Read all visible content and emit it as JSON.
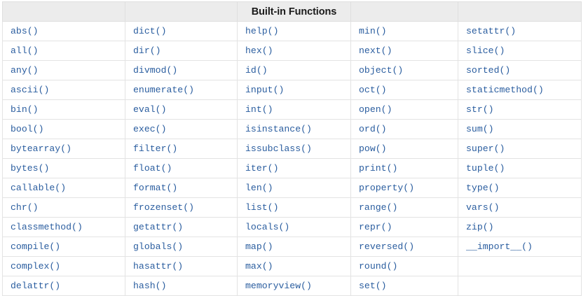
{
  "page": {
    "background_color": "#ffffff"
  },
  "table": {
    "name": "builtin-functions-table",
    "header": {
      "cells": [
        "",
        "",
        "Built-in Functions",
        "",
        ""
      ],
      "title": "Built-in Functions",
      "background_color": "#ececec",
      "text_color": "#1a1a1a"
    },
    "columns": 5,
    "body_text_color": "#2a5d9f",
    "border_color": "#dfdfdf",
    "rows": [
      [
        "abs()",
        "dict()",
        "help()",
        "min()",
        "setattr()"
      ],
      [
        "all()",
        "dir()",
        "hex()",
        "next()",
        "slice()"
      ],
      [
        "any()",
        "divmod()",
        "id()",
        "object()",
        "sorted()"
      ],
      [
        "ascii()",
        "enumerate()",
        "input()",
        "oct()",
        "staticmethod()"
      ],
      [
        "bin()",
        "eval()",
        "int()",
        "open()",
        "str()"
      ],
      [
        "bool()",
        "exec()",
        "isinstance()",
        "ord()",
        "sum()"
      ],
      [
        "bytearray()",
        "filter()",
        "issubclass()",
        "pow()",
        "super()"
      ],
      [
        "bytes()",
        "float()",
        "iter()",
        "print()",
        "tuple()"
      ],
      [
        "callable()",
        "format()",
        "len()",
        "property()",
        "type()"
      ],
      [
        "chr()",
        "frozenset()",
        "list()",
        "range()",
        "vars()"
      ],
      [
        "classmethod()",
        "getattr()",
        "locals()",
        "repr()",
        "zip()"
      ],
      [
        "compile()",
        "globals()",
        "map()",
        "reversed()",
        "__import__()"
      ],
      [
        "complex()",
        "hasattr()",
        "max()",
        "round()",
        ""
      ],
      [
        "delattr()",
        "hash()",
        "memoryview()",
        "set()",
        ""
      ]
    ]
  }
}
